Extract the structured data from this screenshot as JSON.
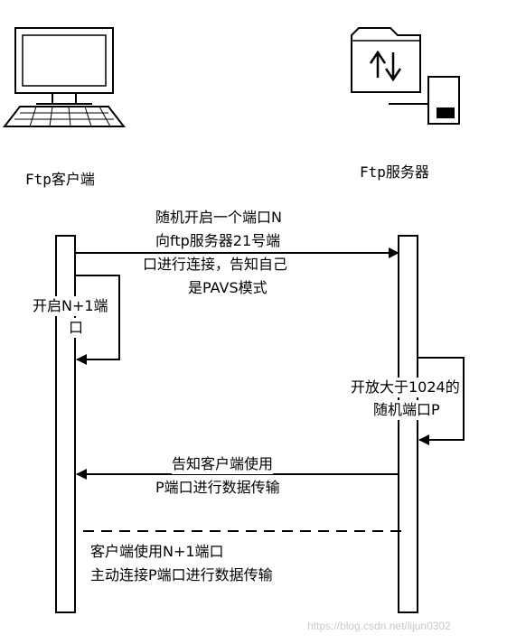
{
  "participants": {
    "client": {
      "label": "Ftp客户端",
      "icon": "desktop-computer-icon"
    },
    "server": {
      "label": "Ftp服务器",
      "icon": "file-server-icon"
    }
  },
  "messages": {
    "client_to_server": [
      "随机开启一个端口N",
      "向ftp服务器21号端",
      "口进行连接，告知自己",
      "是PAVS模式"
    ],
    "client_self": [
      "开启N+1端",
      "口"
    ],
    "server_self": [
      "开放大于1024的",
      "随机端口P"
    ],
    "server_to_client": [
      "告知客户端使用",
      "P端口进行数据传输"
    ],
    "data_connection": [
      "客户端使用N+1端口",
      "主动连接P端口进行数据传输"
    ]
  },
  "watermark": "https://blog.csdn.net/lijun0302",
  "colors": {
    "line": "#000000",
    "background": "#ffffff",
    "watermark": "#c8c8c8"
  }
}
